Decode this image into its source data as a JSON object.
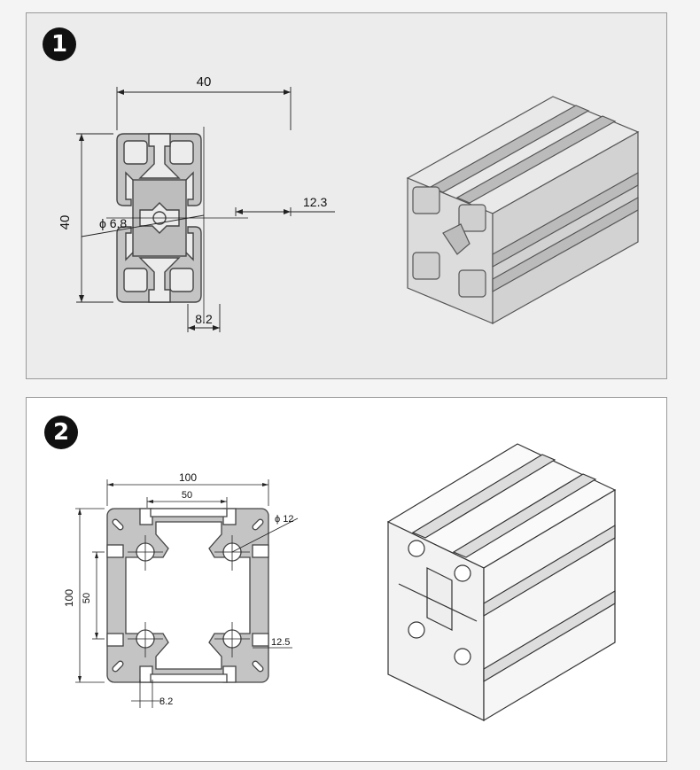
{
  "panels": [
    {
      "badge": "1",
      "dims": {
        "width": "40",
        "height": "40",
        "diameter": "ϕ 6.8",
        "slot_depth": "12.3",
        "slot_width": "8.2"
      }
    },
    {
      "badge": "2",
      "dims": {
        "width": "100",
        "inner_width": "50",
        "height": "100",
        "inner_height": "50",
        "diameter": "ϕ 12",
        "slot_depth": "12.5",
        "slot_width": "8.2"
      }
    }
  ],
  "colors": {
    "profile_fill": "#c4c4c4",
    "profile_stroke": "#444444",
    "badge": "#111111"
  }
}
